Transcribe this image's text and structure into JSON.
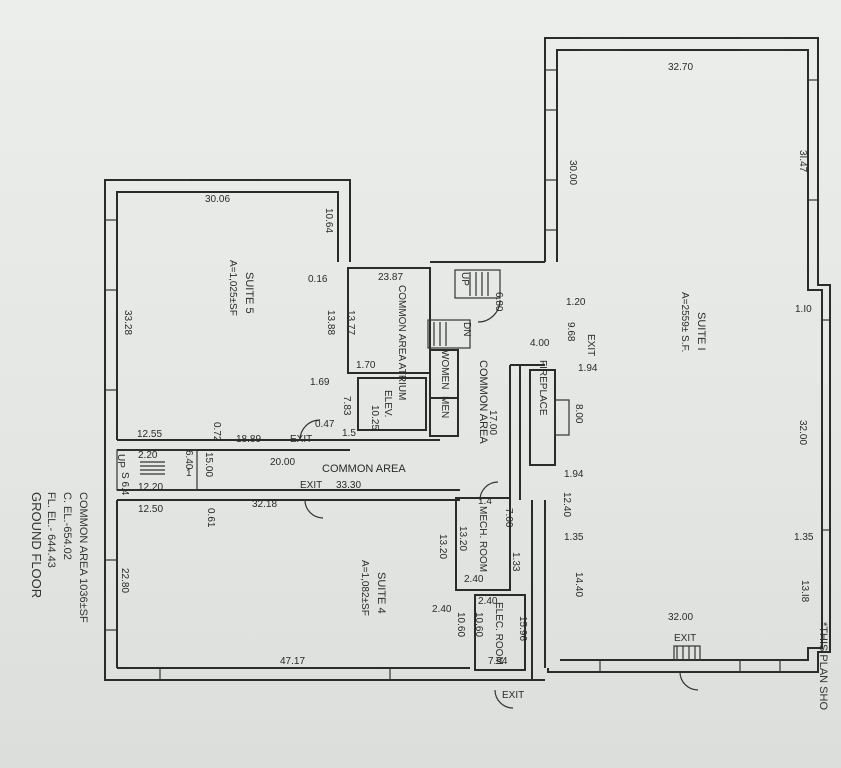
{
  "plan": {
    "suite1": {
      "name": "SUITE I",
      "area": "A=2559± S.F.",
      "dims": {
        "top": "32.70",
        "left": "30.00",
        "right_upper": "3I.47",
        "right_mid": "1.I0",
        "right_lower": "32.00",
        "bottom": "32.00",
        "r135a": "1.35",
        "r1318": "13.I8",
        "r120": "1.20",
        "r968": "9.68",
        "r194a": "1.94",
        "r800": "8.00",
        "r194b": "1.94",
        "r1240": "12.40",
        "r135b": "1.35",
        "r1440": "14.40"
      },
      "exit": "EXIT",
      "exit2": "EXIT"
    },
    "suite5": {
      "name": "SUITE 5",
      "area": "A=1,025±SF",
      "dims": {
        "top": "30.06",
        "right": "10.64",
        "left": "33.28",
        "r016": "0.16",
        "r1388": "13.88",
        "r169": "1.69",
        "r072": "0.72",
        "b1255": "12.55",
        "r1889": "18.89",
        "r047": "0.47",
        "r783": "7.83"
      }
    },
    "suite4": {
      "name": "SUITE 4",
      "area": "A=1,082±SF",
      "dims": {
        "top": "32.18",
        "left": "22.80",
        "bottom": "47.17",
        "r1320": "13.20",
        "r240": "2.40",
        "r1250": "12.50",
        "r061": "0.61"
      }
    },
    "atrium": {
      "name": "COMMON AREA ATRIUM",
      "dims": {
        "top": "23.87",
        "side": "13.77",
        "b170": "1.70"
      }
    },
    "elev": {
      "name": "ELEV.",
      "dim": "10.25",
      "dim2": "1.5"
    },
    "common": {
      "hall": "COMMON AREA",
      "hall_dim1": "20.00",
      "hall_dim2": "33.30",
      "exit": "EXIT",
      "exit2": "EXIT",
      "center": "COMMON AREA",
      "center_dim": "17.00",
      "d680": "6.80",
      "d400": "4.00"
    },
    "stairs": {
      "up": "UP",
      "dn": "DN",
      "up2": "UP"
    },
    "rest": {
      "women": "WOMEN",
      "men": "MEN"
    },
    "fireplace": "FIREPLACE",
    "mech": {
      "name": "MECH. ROOM",
      "d700": "7.00",
      "d14": "1.4",
      "d133": "1.33",
      "d1320": "13.20",
      "d240": "2.40"
    },
    "elec": {
      "name": "ELEC. ROOM",
      "d1596": "15.96",
      "d794": "7.94",
      "d1060a": "10.60",
      "d1060b": "10.60",
      "d240": "2.40",
      "exit": "EXIT"
    },
    "small": {
      "d220a": "2.20",
      "d220b": "12.20",
      "d640": "6.40",
      "d64": "S 6.4",
      "d1500": "15.00",
      "d1": "1"
    }
  },
  "notes": {
    "title": "GROUND FLOOR",
    "fl": "FL. EL.- 644.43",
    "c": "C. EL.-654.02",
    "common": "COMMON AREA 1036±SF",
    "disclaimer": "*THIS PLAN SHO"
  }
}
